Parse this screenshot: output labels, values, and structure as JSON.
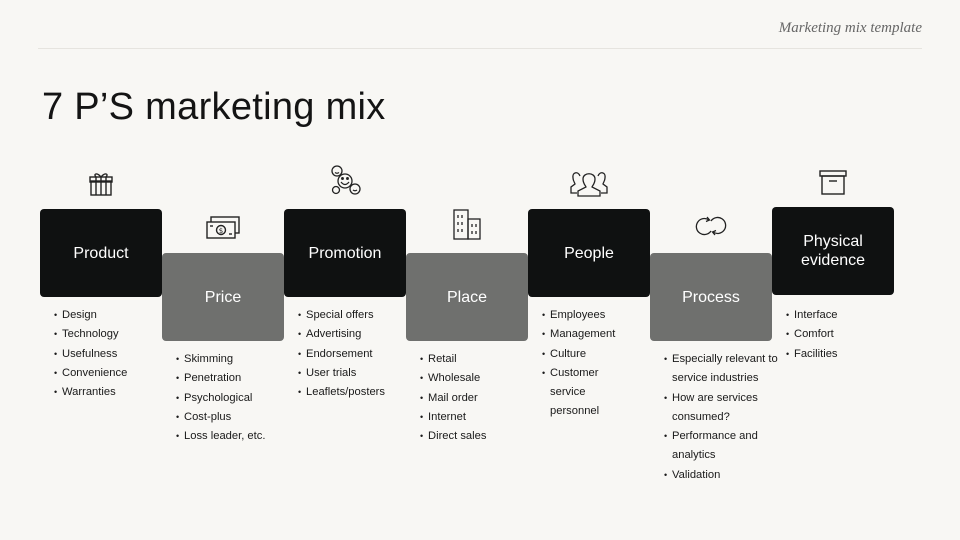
{
  "header": {
    "tag": "Marketing mix template"
  },
  "title": "7 P’S marketing mix",
  "columns": [
    {
      "label": "Product",
      "icon": "gift-icon",
      "items": [
        "Design",
        "Technology",
        "Usefulness",
        "Convenience",
        "Warranties"
      ]
    },
    {
      "label": "Price",
      "icon": "money-icon",
      "items": [
        "Skimming",
        "Penetration",
        "Psychological",
        "Cost-plus",
        "Loss leader, etc."
      ]
    },
    {
      "label": "Promotion",
      "icon": "emoji-faces-icon",
      "items": [
        "Special offers",
        "Advertising",
        "Endorsement",
        "User trials",
        "Leaflets/posters"
      ]
    },
    {
      "label": "Place",
      "icon": "building-icon",
      "items": [
        "Retail",
        "Wholesale",
        "Mail order",
        "Internet",
        "Direct sales"
      ]
    },
    {
      "label": "People",
      "icon": "people-icon",
      "items": [
        "Employees",
        "Management",
        "Culture",
        "Customer service personnel"
      ]
    },
    {
      "label": "Process",
      "icon": "cycle-arrows-icon",
      "items": [
        "Especially relevant to service industries",
        "How are services consumed?",
        "Performance and analytics",
        "Validation"
      ]
    },
    {
      "label": "Physical evidence",
      "icon": "archive-box-icon",
      "items": [
        "Interface",
        "Comfort",
        "Facilities"
      ]
    }
  ],
  "colors": {
    "dark_card": "#0f1111",
    "grey_card": "#6f706e",
    "background": "#f8f7f4"
  }
}
